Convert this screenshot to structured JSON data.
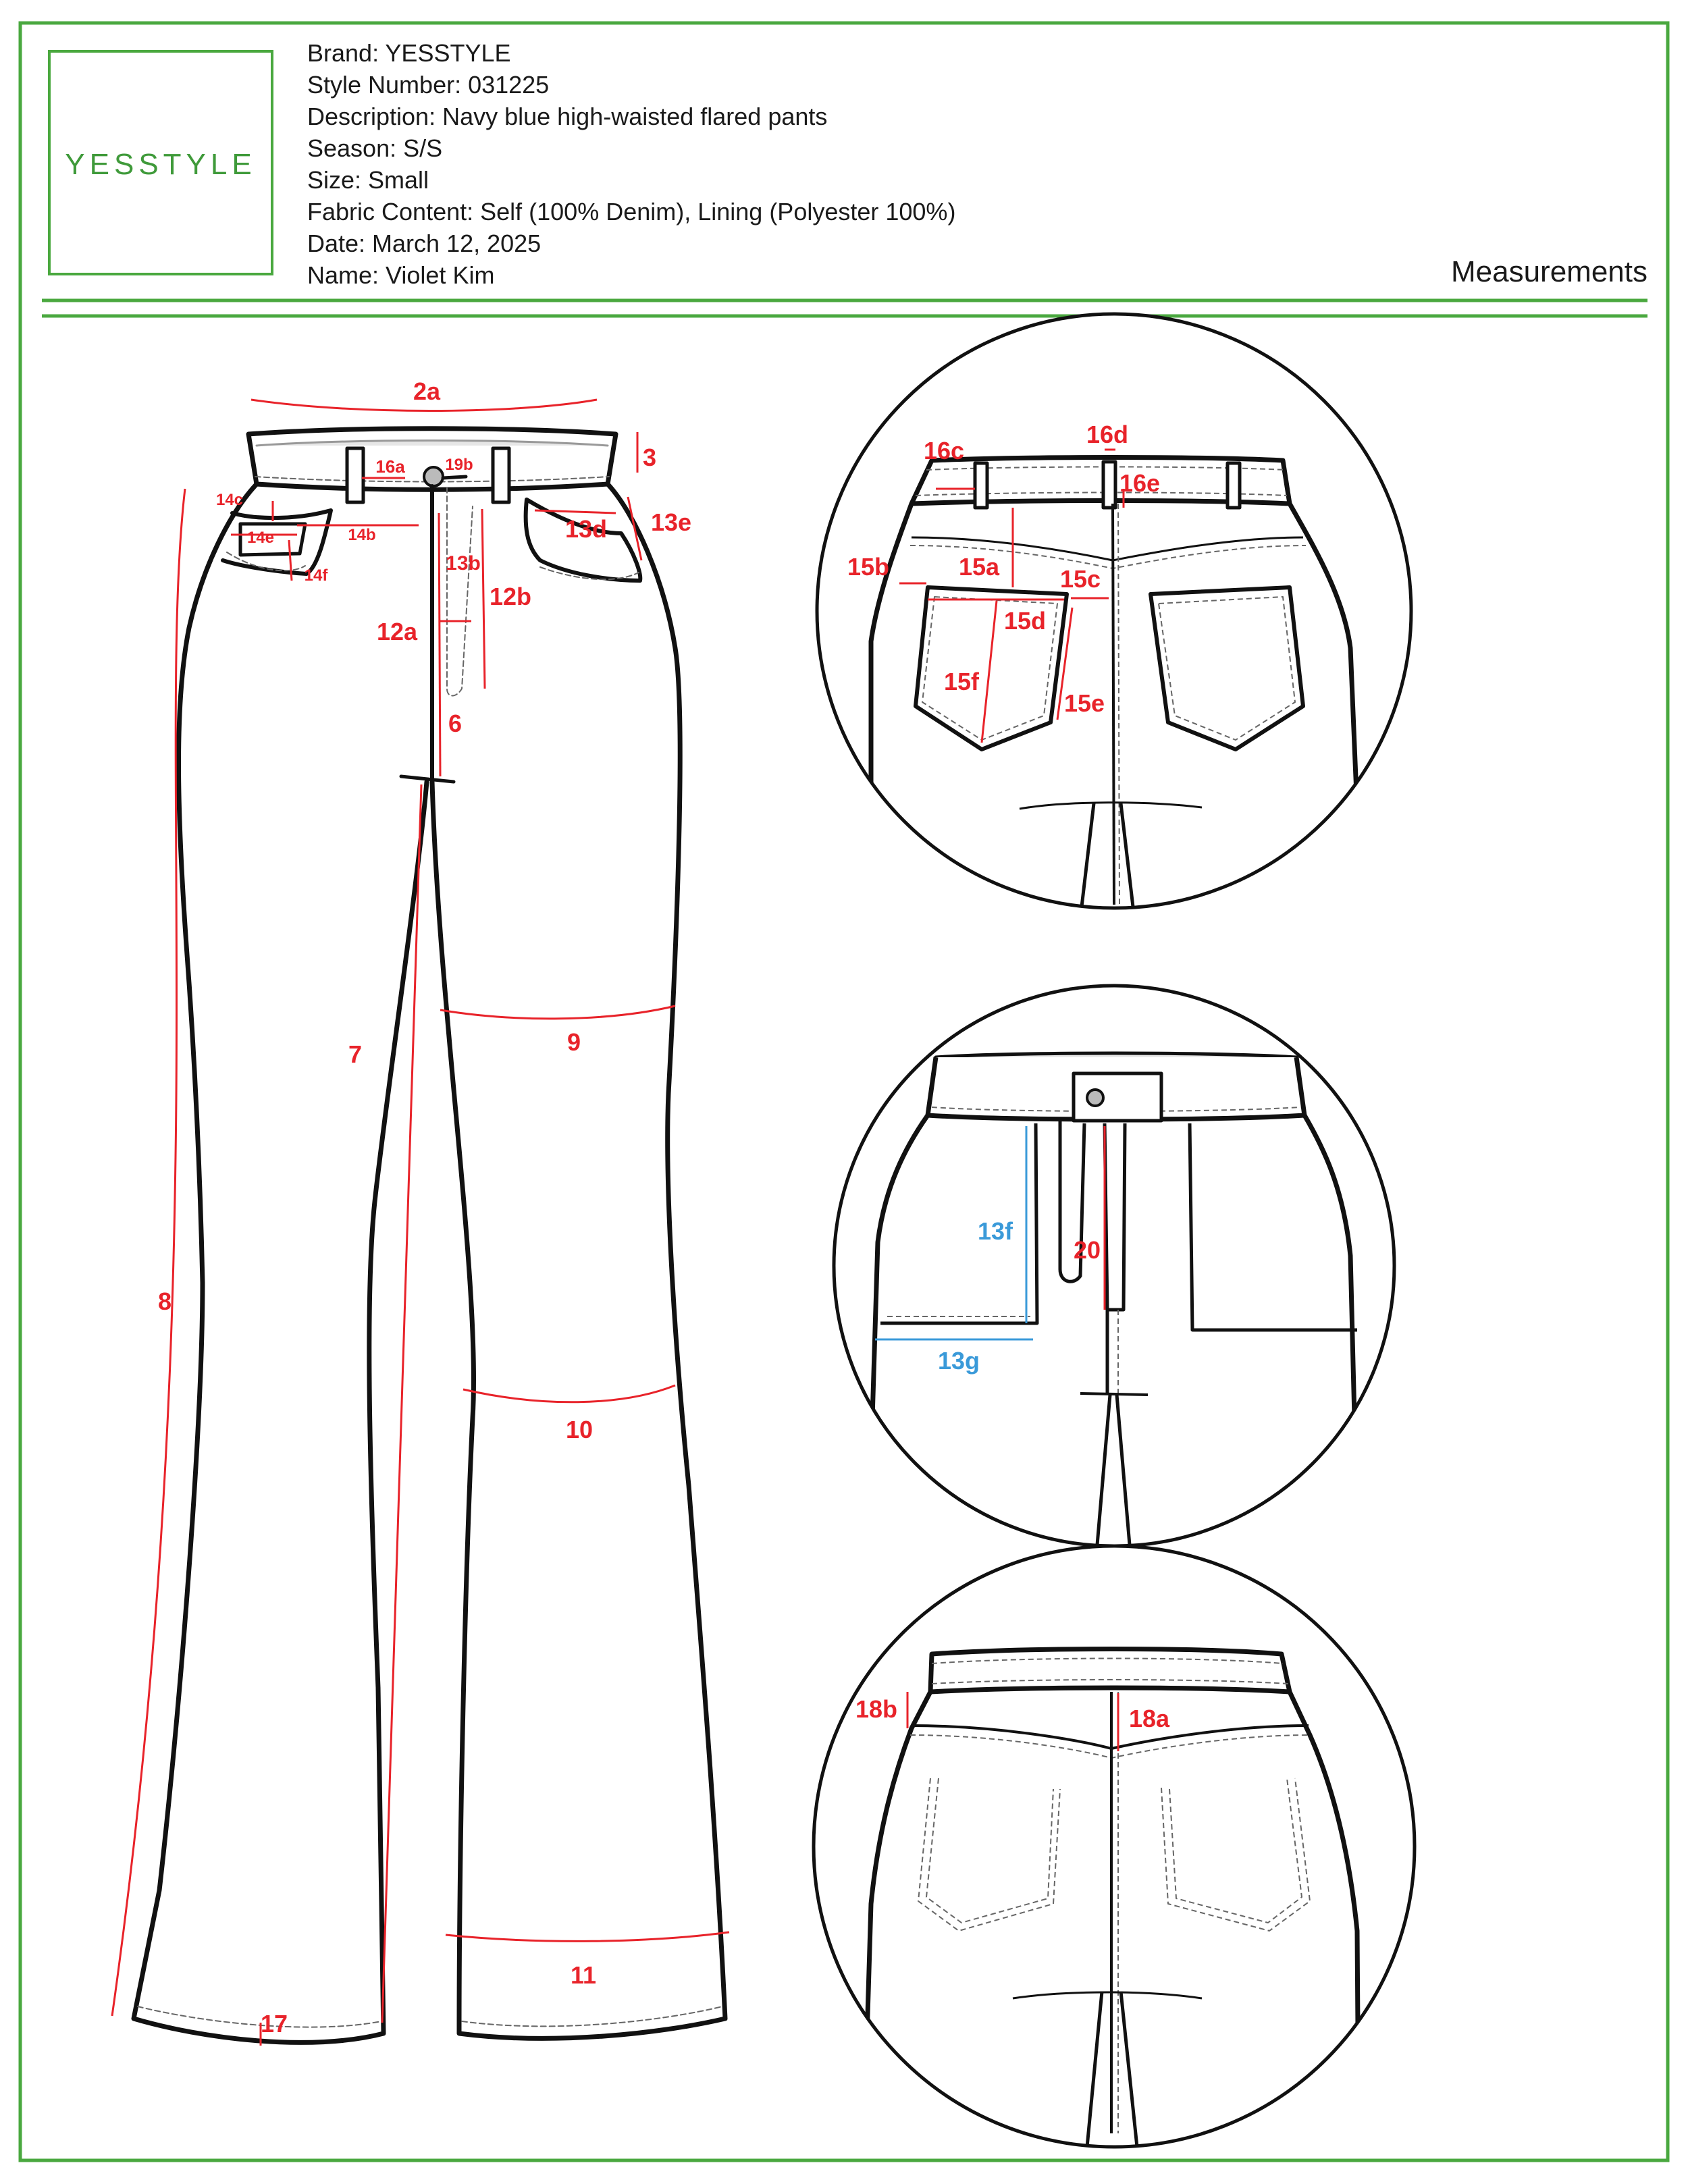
{
  "header": {
    "logo_text": "YESSTYLE",
    "brand": "Brand: YESSTYLE",
    "style_number": "Style Number: 031225",
    "description": "Description: Navy blue high-waisted flared pants",
    "season": "Season: S/S",
    "size": "Size: Small",
    "fabric": "Fabric Content: Self (100% Denim), Lining (Polyester 100%)",
    "date": "Date: March 12, 2025",
    "name": "Name: Violet Kim",
    "sheet_title": "Measurements"
  },
  "colors": {
    "frame_green": "#4aa83f",
    "logo_green": "#3f9a3a",
    "measure_red": "#e8232a",
    "measure_blue": "#3a9ad9",
    "outline": "#111111"
  },
  "front_labels": {
    "m2a": "2a",
    "m3": "3",
    "m16a": "16a",
    "m19b": "19b",
    "m14c": "14c",
    "m14e": "14e",
    "m14b": "14b",
    "m14f": "14f",
    "m13d": "13d",
    "m13e": "13e",
    "m13b": "13b",
    "m12b": "12b",
    "m12a": "12a",
    "m6": "6",
    "m7": "7",
    "m9": "9",
    "m8": "8",
    "m10": "10",
    "m11": "11",
    "m17": "17"
  },
  "back_labels": {
    "m16c": "16c",
    "m16d": "16d",
    "m16e": "16e",
    "m15b": "15b",
    "m15a": "15a",
    "m15c": "15c",
    "m15d": "15d",
    "m15f": "15f",
    "m15e": "15e"
  },
  "fly_labels": {
    "m13f": "13f",
    "m20": "20",
    "m13g": "13g"
  },
  "yoke_labels": {
    "m18b": "18b",
    "m18a": "18a"
  }
}
